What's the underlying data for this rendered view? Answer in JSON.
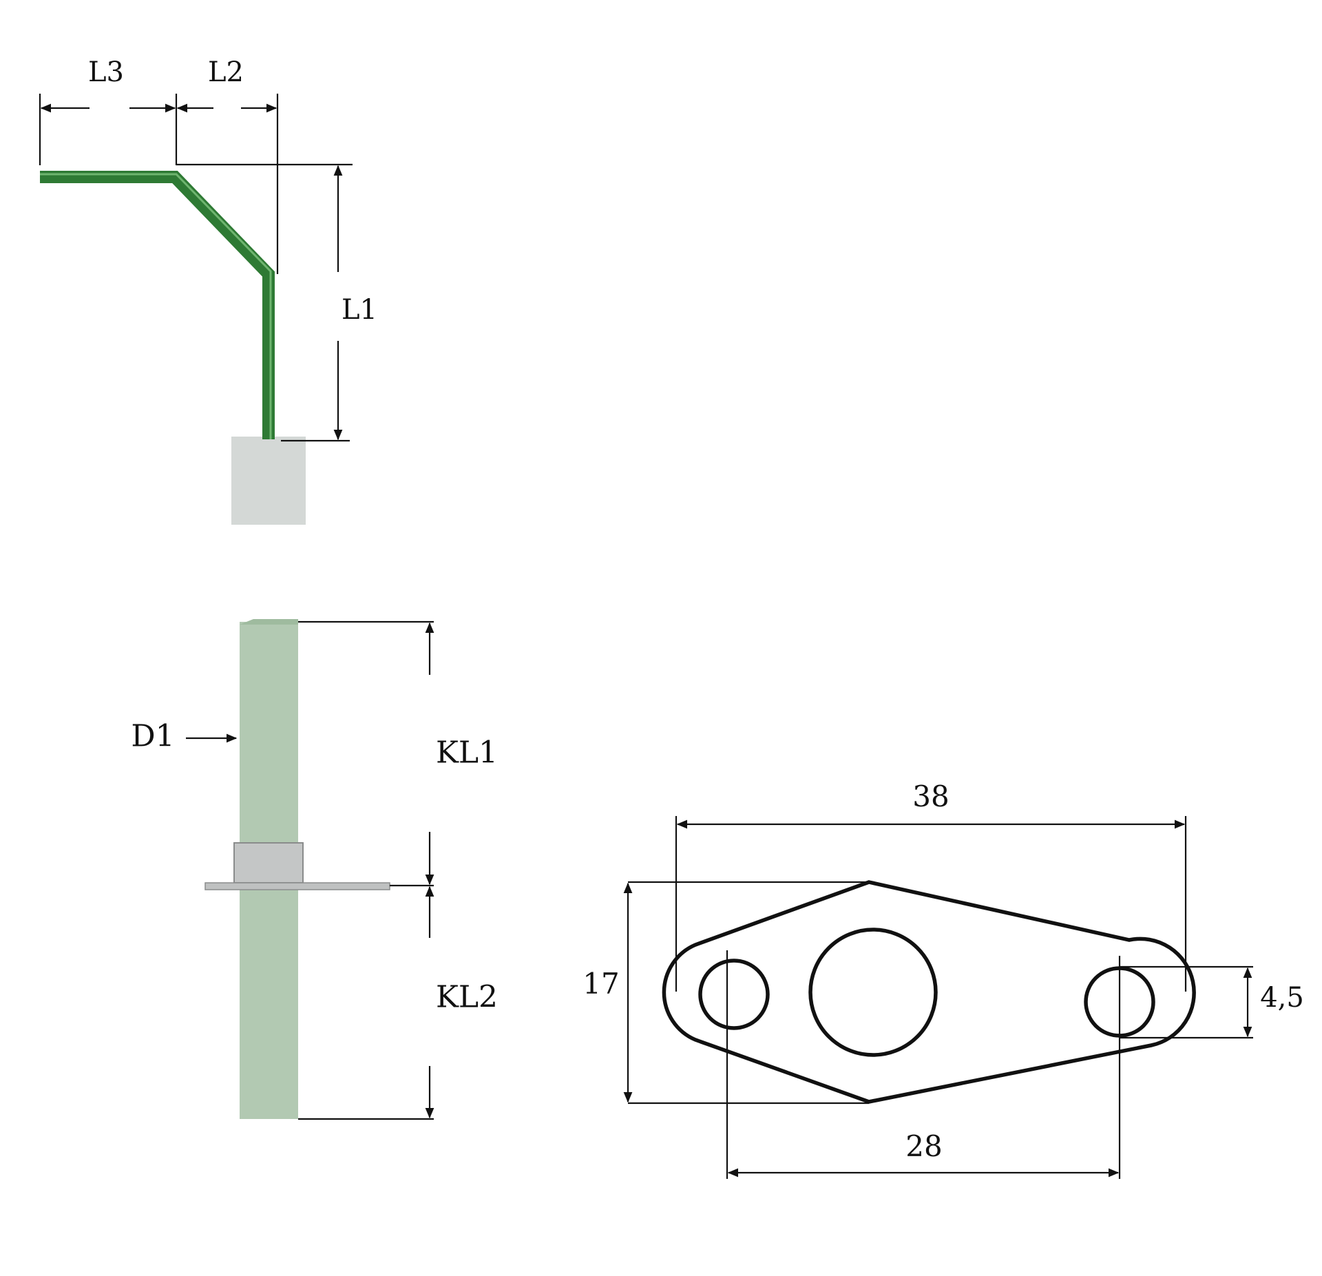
{
  "electrode": {
    "labels": {
      "l1": "L1",
      "l2": "L2",
      "l3": "L3"
    },
    "wire_color": "#2e7a34",
    "wire_highlight": "#6fb56f",
    "insulator_color": "#d4d8d6"
  },
  "probe": {
    "labels": {
      "d1": "D1",
      "kl1": "KL1",
      "kl2": "KL2"
    },
    "rod_color": "#b2c9b2",
    "nut_color": "#c4c6c6"
  },
  "flange": {
    "dimensions": {
      "width": "38",
      "height": "17",
      "hole_spacing": "28",
      "hole_diameter": "4,5"
    }
  }
}
